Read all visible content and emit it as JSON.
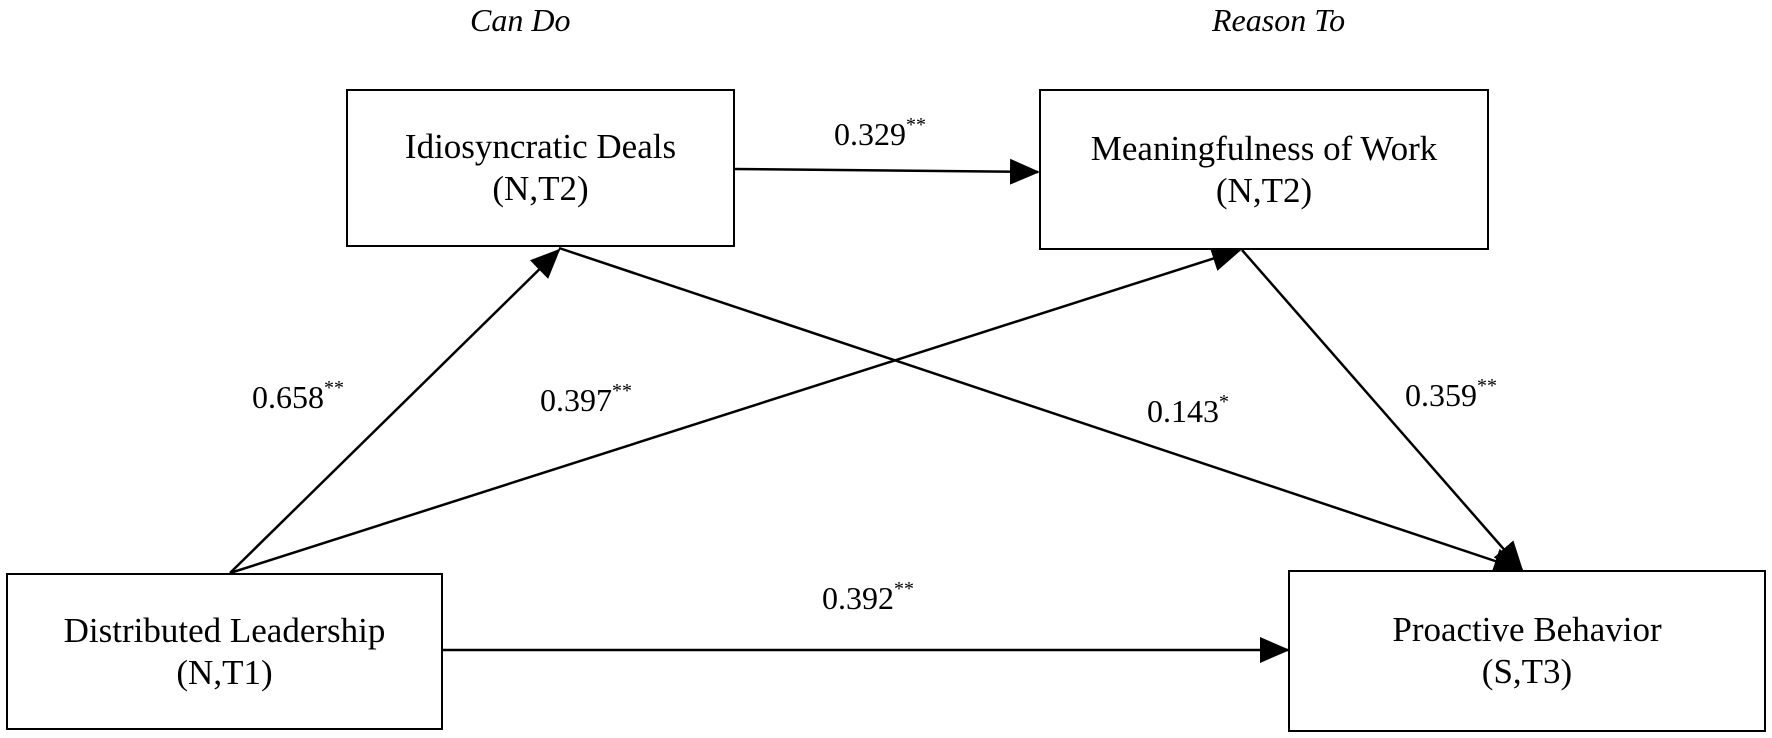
{
  "headings": {
    "left": "Can Do",
    "right": "Reason  To"
  },
  "nodes": {
    "idiosyncratic_deals": {
      "name": "Idiosyncratic Deals",
      "tag": "(N,T2)"
    },
    "meaningfulness_of_work": {
      "name": "Meaningfulness of Work",
      "tag": "(N,T2)"
    },
    "distributed_leadership": {
      "name": "Distributed Leadership",
      "tag": "(N,T1)"
    },
    "proactive_behavior": {
      "name": "Proactive Behavior",
      "tag": "(S,T3)"
    }
  },
  "paths": [
    {
      "from": "idiosyncratic_deals",
      "to": "meaningfulness_of_work",
      "value": "0.329",
      "sig": "**"
    },
    {
      "from": "distributed_leadership",
      "to": "idiosyncratic_deals",
      "value": "0.658",
      "sig": "**"
    },
    {
      "from": "distributed_leadership",
      "to": "meaningfulness_of_work",
      "value": "0.397",
      "sig": "**"
    },
    {
      "from": "idiosyncratic_deals",
      "to": "proactive_behavior",
      "value": "0.143",
      "sig": "*"
    },
    {
      "from": "meaningfulness_of_work",
      "to": "proactive_behavior",
      "value": "0.359",
      "sig": "**"
    },
    {
      "from": "distributed_leadership",
      "to": "proactive_behavior",
      "value": "0.392",
      "sig": "**"
    }
  ],
  "colors": {
    "line": "#000000",
    "background": "#ffffff"
  }
}
